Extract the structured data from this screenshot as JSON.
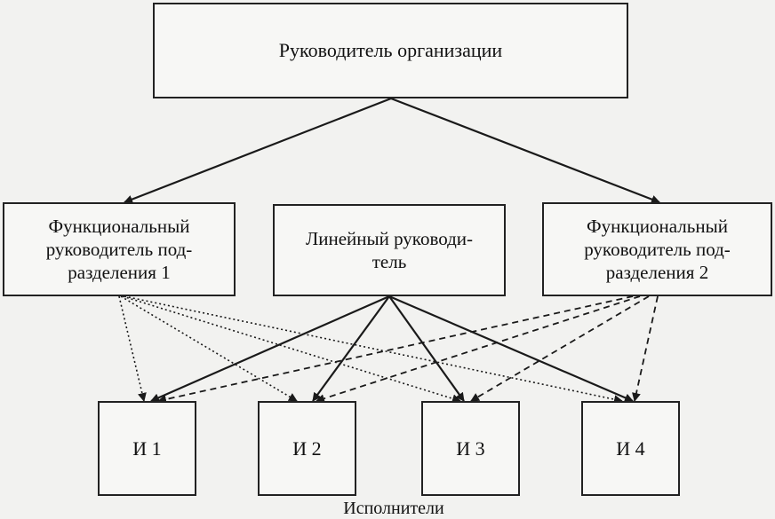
{
  "head": {
    "label": "Руководитель организации"
  },
  "functional_1": {
    "label": "Функциональный\nруководитель под-\nразделения 1"
  },
  "linear": {
    "label": "Линейный руководи-\nтель"
  },
  "functional_2": {
    "label": "Функциональный\nруководитель под-\nразделения 2"
  },
  "executors": [
    {
      "label": "И 1"
    },
    {
      "label": "И 2"
    },
    {
      "label": "И 3"
    },
    {
      "label": "И 4"
    }
  ],
  "executors_caption": "Исполнители",
  "colors": {
    "line": "#1a1a1a",
    "background": "#f2f2f0"
  }
}
